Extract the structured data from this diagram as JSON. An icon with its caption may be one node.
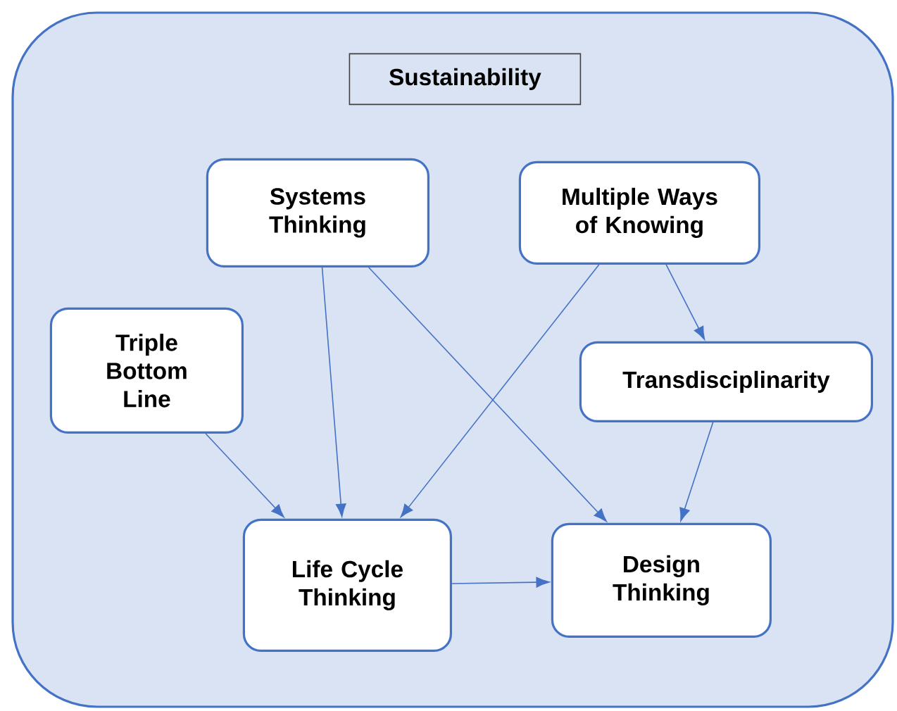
{
  "diagram": {
    "nodes": [
      {
        "text": [],
        "shape": "box"
      },
      {
        "text": [
          "Sustainability"
        ],
        "in": 0
      },
      {
        "text": [
          "Systems Thinking"
        ],
        "in": 0
      },
      {
        "text": [
          "Multiple Ways of Knowing"
        ],
        "in": 0
      },
      {
        "text": [
          "Triple Bottom Line"
        ],
        "in": 0
      },
      {
        "text": [
          "Transdisciplinarity"
        ],
        "in": 0
      },
      {
        "text": [
          "Life Cycle Thinking"
        ],
        "in": 0
      },
      {
        "text": [
          "Design Thinking"
        ],
        "in": 0
      }
    ],
    "edges": [
      {
        "from": 2,
        "to": 6,
        "arrow": "to"
      },
      {
        "from": 2,
        "to": 7,
        "arrow": "to"
      },
      {
        "from": 3,
        "to": 6,
        "arrow": "to"
      },
      {
        "from": 3,
        "to": 5,
        "arrow": "to"
      },
      {
        "from": 4,
        "to": 6,
        "arrow": "to"
      },
      {
        "from": 5,
        "to": 7,
        "arrow": "to"
      },
      {
        "from": 6,
        "to": 7,
        "arrow": "to"
      }
    ]
  }
}
